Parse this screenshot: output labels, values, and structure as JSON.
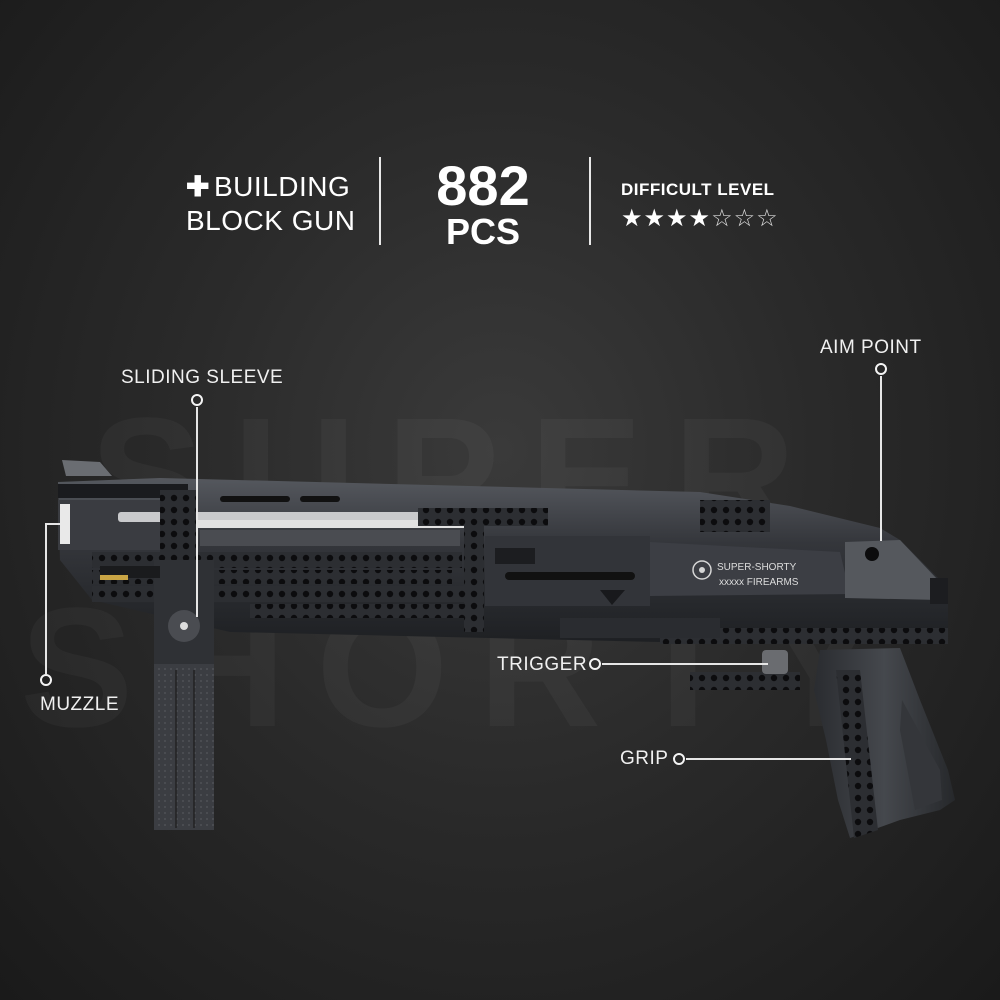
{
  "header": {
    "title_line1": "BUILDING",
    "title_line2": "BLOCK GUN",
    "pcs_number": "882",
    "pcs_unit": "PCS",
    "difficulty_label": "DIFFICULT LEVEL",
    "difficulty_rating": 4,
    "difficulty_max": 7
  },
  "callouts": {
    "sliding_sleeve": "SLIDING SLEEVE",
    "aim_point": "AIM POINT",
    "muzzle": "MUZZLE",
    "trigger": "TRIGGER",
    "grip": "GRIP"
  },
  "engraving": {
    "line1": "SUPER-SHORTY",
    "line2": "xxxxx FIREARMS"
  },
  "watermark": {
    "line1": "SUPER",
    "line2": "SHORTY"
  },
  "colors": {
    "background": "#2a2a2a",
    "text": "#ffffff",
    "model_body": "#2b2d31"
  }
}
